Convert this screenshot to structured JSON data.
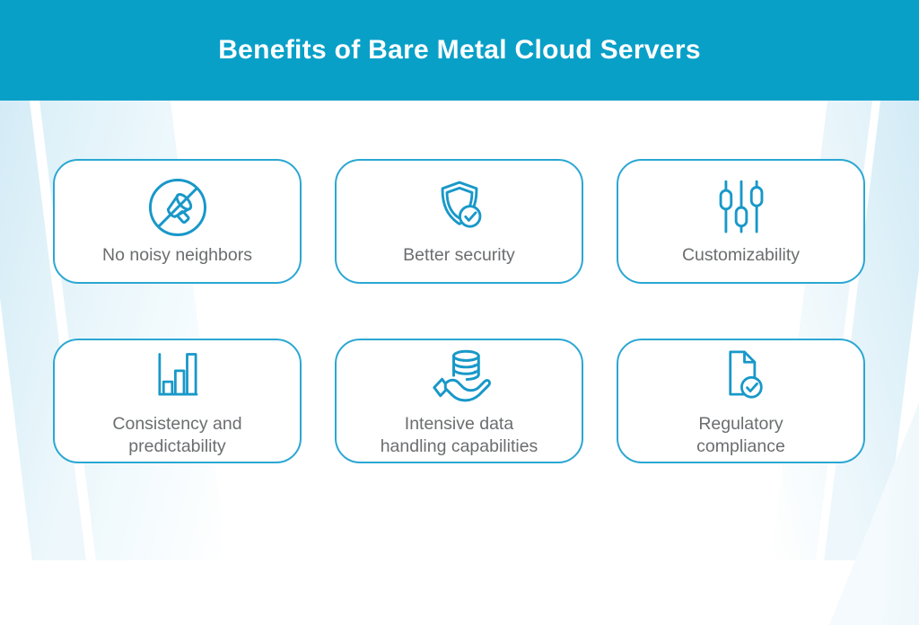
{
  "header": {
    "title": "Benefits of Bare Metal Cloud Servers"
  },
  "cards": [
    {
      "label": "No noisy neighbors",
      "icon": "no-megaphone-icon"
    },
    {
      "label": "Better security",
      "icon": "shield-check-icon"
    },
    {
      "label": "Customizability",
      "icon": "sliders-icon"
    },
    {
      "label": "Consistency and\npredictability",
      "icon": "bar-chart-icon"
    },
    {
      "label": "Intensive data\nhandling capabilities",
      "icon": "data-in-hand-icon"
    },
    {
      "label": "Regulatory\ncompliance",
      "icon": "document-check-icon"
    }
  ],
  "colors": {
    "header_bg": "#09A0C8",
    "card_border": "#2BA7D2",
    "icon_stroke": "#1898C9",
    "label_text": "#6B6D6F",
    "band_blue": "#D5ECF6"
  }
}
